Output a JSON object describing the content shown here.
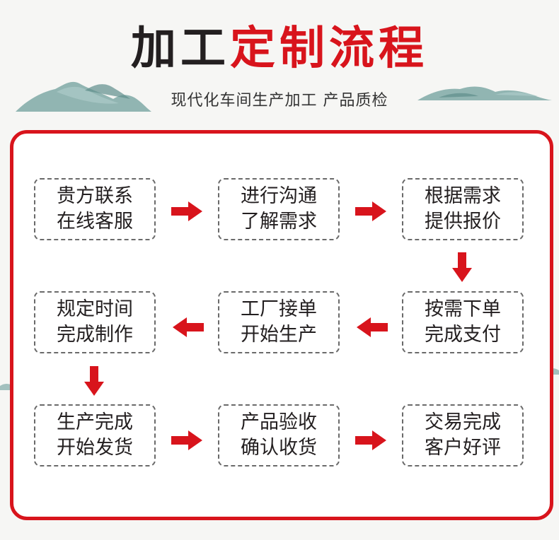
{
  "header": {
    "title_dark": "加工",
    "title_red": "定制流程",
    "subtitle": "现代化车间生产加工 产品质检"
  },
  "colors": {
    "accent_red": "#d8141c",
    "title_dark": "#231f20",
    "mountain_teal": "#7fa9a6"
  },
  "steps": [
    {
      "line1": "贵方联系",
      "line2": "在线客服"
    },
    {
      "line1": "进行沟通",
      "line2": "了解需求"
    },
    {
      "line1": "根据需求",
      "line2": "提供报价"
    },
    {
      "line1": "按需下单",
      "line2": "完成支付"
    },
    {
      "line1": "工厂接单",
      "line2": "开始生产"
    },
    {
      "line1": "规定时间",
      "line2": "完成制作"
    },
    {
      "line1": "生产完成",
      "line2": "开始发货"
    },
    {
      "line1": "产品验收",
      "line2": "确认收货"
    },
    {
      "line1": "交易完成",
      "line2": "客户好评"
    }
  ]
}
